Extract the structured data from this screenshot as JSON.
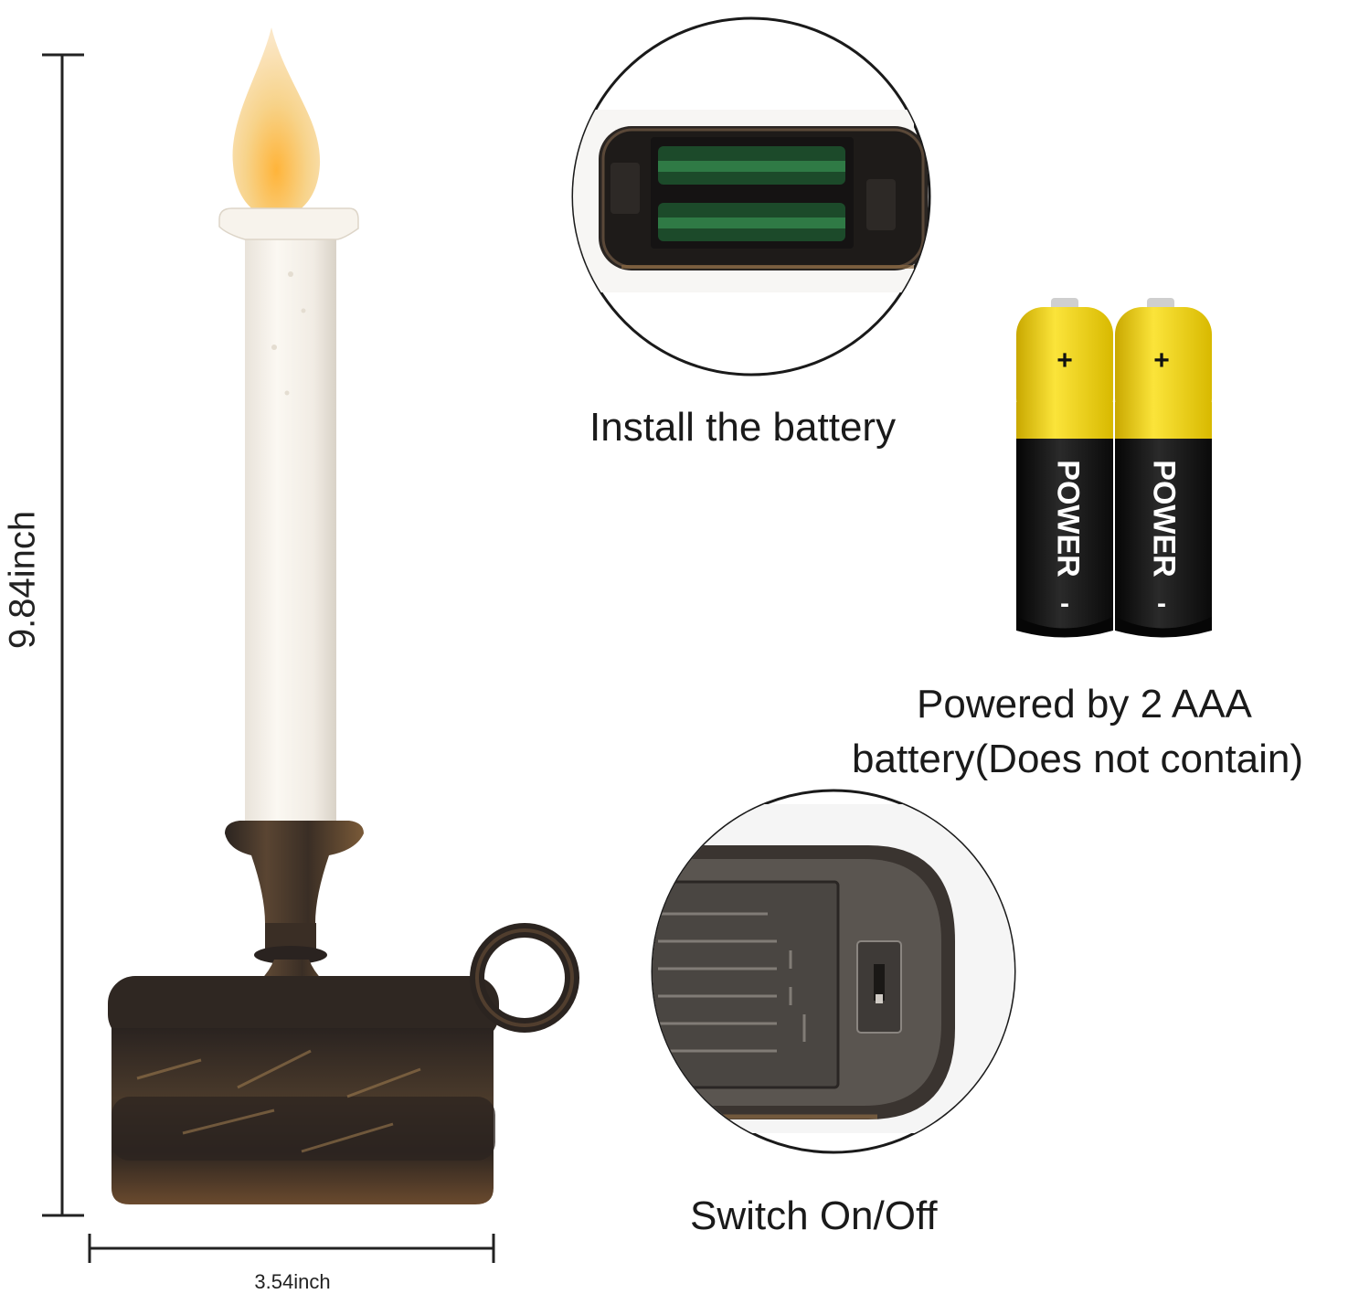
{
  "dimensions": {
    "height_label": "9.84inch",
    "width_label": "3.54inch"
  },
  "captions": {
    "install": "Install the battery",
    "powered_line1": "Powered by 2 AAA",
    "powered_line2": "battery(Does not contain)",
    "switch": "Switch On/Off"
  },
  "battery": {
    "brand": "POWER",
    "plus": "+",
    "minus": "-"
  },
  "colors": {
    "battery_yellow": "#f2d21a",
    "battery_black": "#141414",
    "candle_white": "#f3efe8",
    "flame_amber": "#f7c15a",
    "bronze": "#3a2d22"
  }
}
